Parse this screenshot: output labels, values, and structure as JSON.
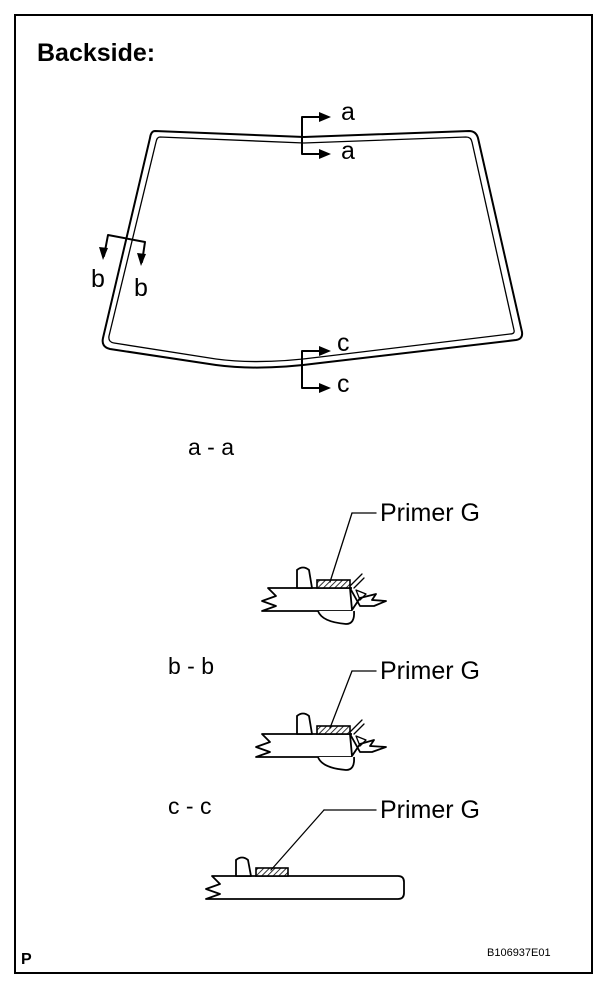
{
  "title": "Backside:",
  "cut_labels": {
    "a": "a",
    "b": "b",
    "c": "c"
  },
  "sections": [
    {
      "heading": "a - a",
      "callout": "Primer G"
    },
    {
      "heading": "b - b",
      "callout": "Primer G"
    },
    {
      "heading": "c - c",
      "callout": "Primer G"
    }
  ],
  "footer": {
    "left_mark": "P",
    "figure_id": "B106937E01"
  },
  "colors": {
    "ink": "#000000",
    "paper": "#ffffff"
  }
}
